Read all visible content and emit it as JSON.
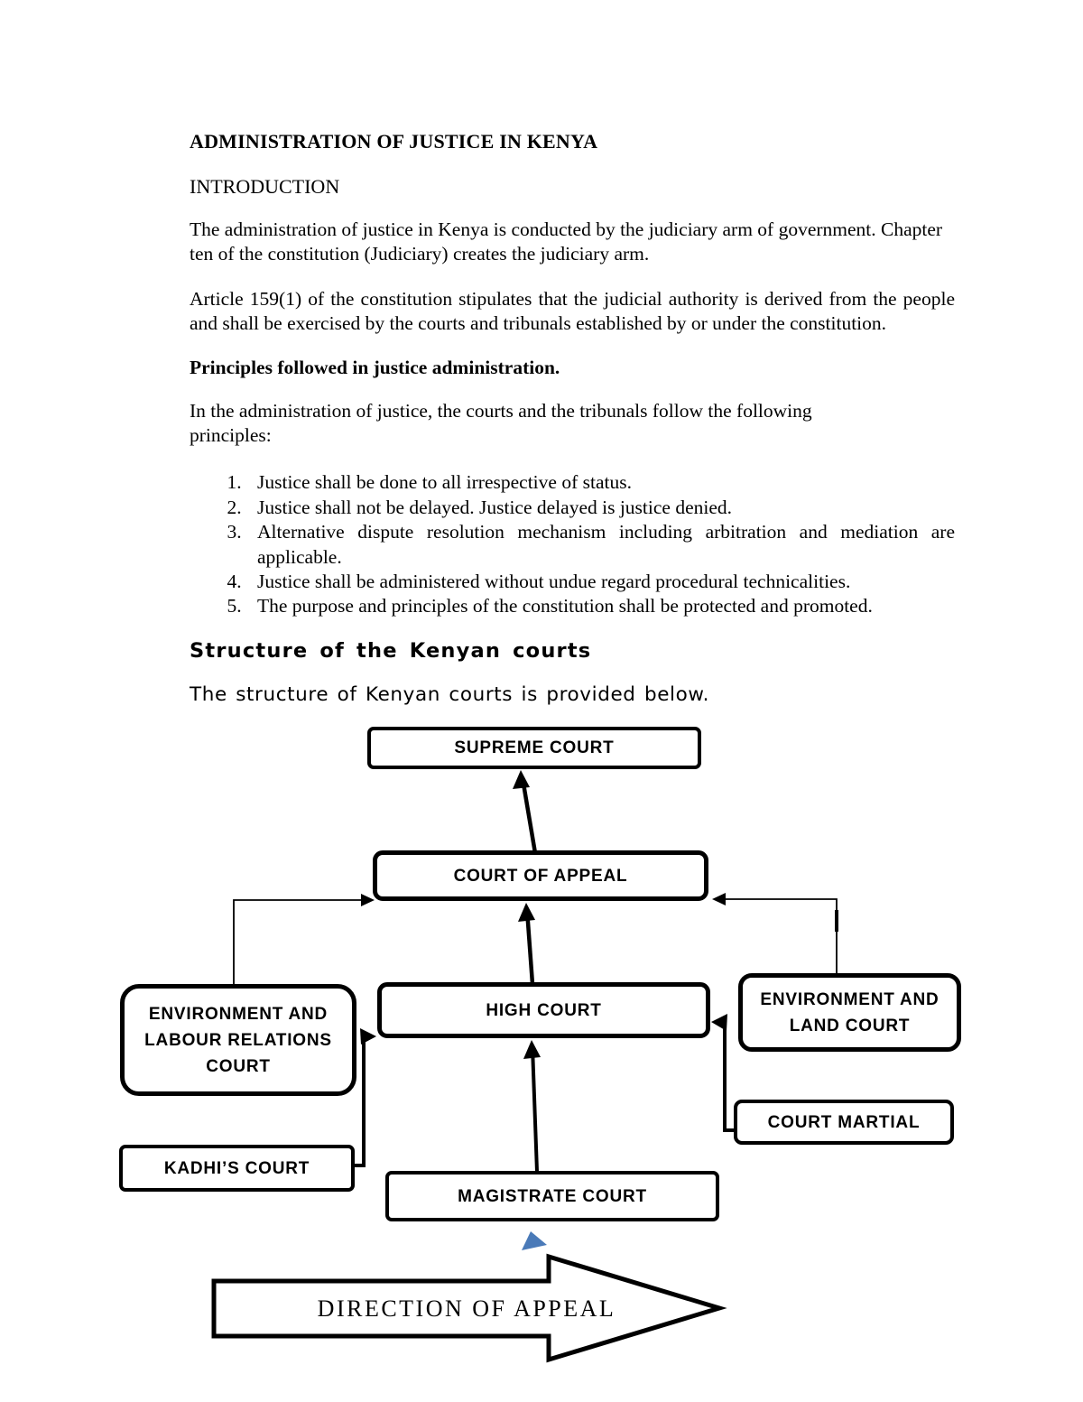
{
  "content": {
    "title": "ADMINISTRATION OF JUSTICE IN KENYA",
    "intro_heading": "INTRODUCTION",
    "paragraphs": {
      "p1": "The administration of justice in Kenya is conducted by the judiciary arm of government. Chapter ten of the constitution (Judiciary) creates the judiciary arm.",
      "p2": "Article 159(1) of the constitution stipulates that the judicial authority is derived from the people and shall be exercised by the courts and tribunals established by or under the constitution."
    },
    "principles": {
      "heading": "Principles followed in justice administration.",
      "intro": "In the administration of justice, the courts and the tribunals follow the following principles:",
      "items": [
        "Justice shall be done to all irrespective of status.",
        "Justice shall not be delayed. Justice delayed is justice denied.",
        "Alternative dispute resolution mechanism including arbitration and mediation are applicable.",
        "Justice shall be administered without undue regard procedural technicalities.",
        "The purpose and principles of the constitution shall be protected and promoted."
      ]
    },
    "structure": {
      "heading": "Structure of the Kenyan courts",
      "intro": "The structure of Kenyan courts is provided below."
    }
  },
  "diagram": {
    "nodes": [
      {
        "id": "supreme-court",
        "label": "SUPREME COURT"
      },
      {
        "id": "court-of-appeal",
        "label": "COURT OF APPEAL"
      },
      {
        "id": "high-court",
        "label": "HIGH COURT"
      },
      {
        "id": "environment-and-labour-relations-court",
        "label": "ENVIRONMENT AND LABOUR RELATIONS COURT"
      },
      {
        "id": "environment-and-land-court",
        "label": "ENVIRONMENT AND LAND COURT"
      },
      {
        "id": "court-martial",
        "label": "COURT MARTIAL"
      },
      {
        "id": "kadhis-court",
        "label": "KADHI’S COURT"
      },
      {
        "id": "magistrate-court",
        "label": "MAGISTRATE COURT"
      }
    ],
    "direction_arrow_label": "DIRECTION OF APPEAL",
    "colors": {
      "ink": "#000000",
      "appeal_marker_blue": "#4a7ab8"
    }
  }
}
